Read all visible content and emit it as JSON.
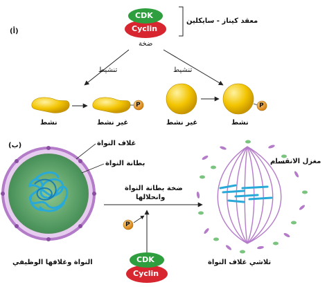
{
  "panel_a": {
    "marker": "(أ)",
    "complex": {
      "cdk": "CDK",
      "cyclin": "Cyclin",
      "caption": "ضخة"
    },
    "complex_label": "معقد كيناز - سايكلين",
    "left_arrow_label": "تنشيط",
    "right_arrow_label": "تنشيط",
    "phosphate": "P",
    "left_before": "نشط",
    "left_after": "غير نشط",
    "right_before": "غير نشط",
    "right_after": "نشط"
  },
  "panel_b": {
    "marker": "(ب)",
    "envelope_label": "غلاف النواة",
    "lamina_label": "بطانة النواة",
    "pump_label_line1": "ضخة بطانة النواة",
    "pump_label_line2": "وانحلالها",
    "phosphate": "P",
    "complex": {
      "cdk": "CDK",
      "cyclin": "Cyclin"
    },
    "spindle_label": "مغزل الانقسام",
    "left_caption": "النواة وغلافها الوظيفي",
    "right_caption": "تلاشي غلاف النواة"
  },
  "colors": {
    "cdk_green": "#2f9e3e",
    "cyclin_red": "#d7262f",
    "yellow_protein": "#f2c400",
    "phosphate_orange": "#e89a1c",
    "envelope_purple": "#b47bc9",
    "nucleus_green": "#5fa36a",
    "chromatin_blue": "#29a9d8",
    "fragment_green": "#7bc47f"
  }
}
